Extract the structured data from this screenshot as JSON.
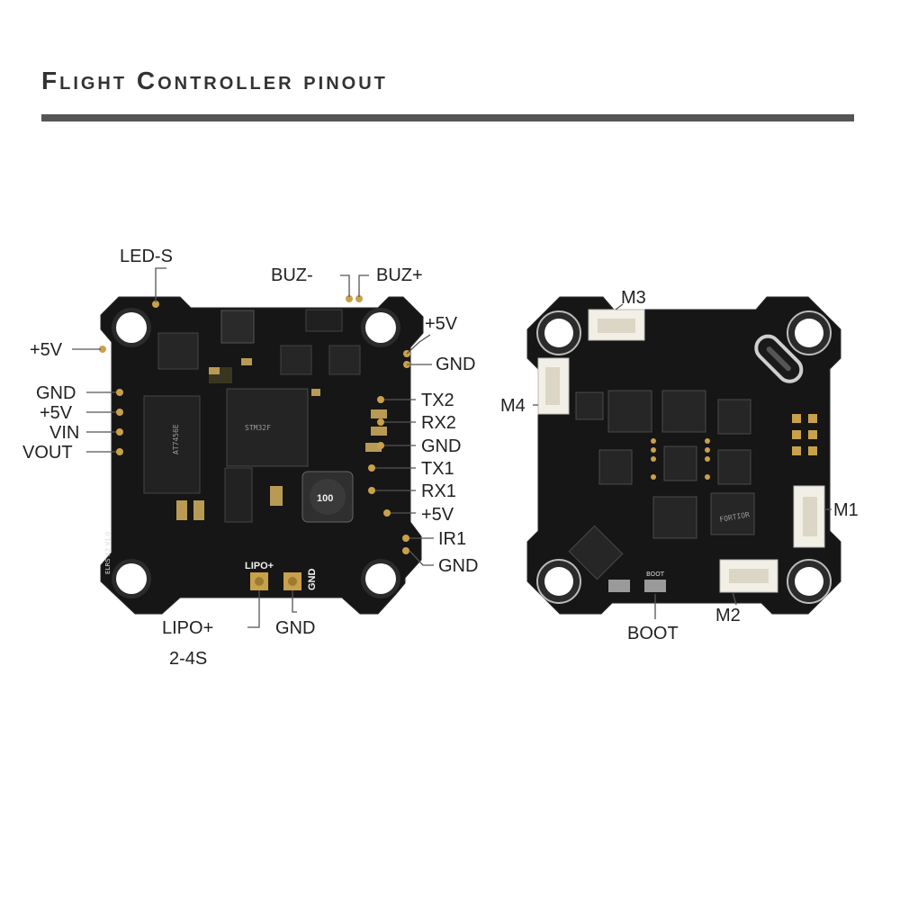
{
  "header": {
    "title": "Flight Controller pinout"
  },
  "colors": {
    "board": "#161616",
    "pad_gold": "#c9a14a",
    "silkscreen": "#e8e8e8",
    "connector": "#f2efe6",
    "rule": "#555555",
    "text": "#222222"
  },
  "top_board": {
    "labels": {
      "led_s": "LED-S",
      "buz_minus": "BUZ-",
      "buz_plus": "BUZ+",
      "v5_top_right": "+5V",
      "gnd_top_right": "GND",
      "v5_left": "+5V",
      "gnd_left": "GND",
      "v5_left2": "+5V",
      "vin": "VIN",
      "vout": "VOUT",
      "tx2": "TX2",
      "rx2": "RX2",
      "gnd_mid_right": "GND",
      "tx1": "TX1",
      "rx1": "RX1",
      "v5_right": "+5V",
      "ir1": "IR1",
      "gnd_bottom_right": "GND",
      "lipo_plus": "LIPO+",
      "gnd_bottom": "GND",
      "cells": "2-4S"
    },
    "silkscreen": {
      "lipo": "LIPO+",
      "gnd": "GND",
      "inductor": "100",
      "mcu": "STM32F",
      "osd": "AT7456E",
      "board_name": "ELRS X2 V1.0"
    }
  },
  "bottom_board": {
    "labels": {
      "m3": "M3",
      "m4": "M4",
      "m1": "M1",
      "m2": "M2",
      "boot": "BOOT"
    },
    "silkscreen": {
      "driver": "FORTIOR",
      "boot_pad": "BOOT"
    }
  }
}
